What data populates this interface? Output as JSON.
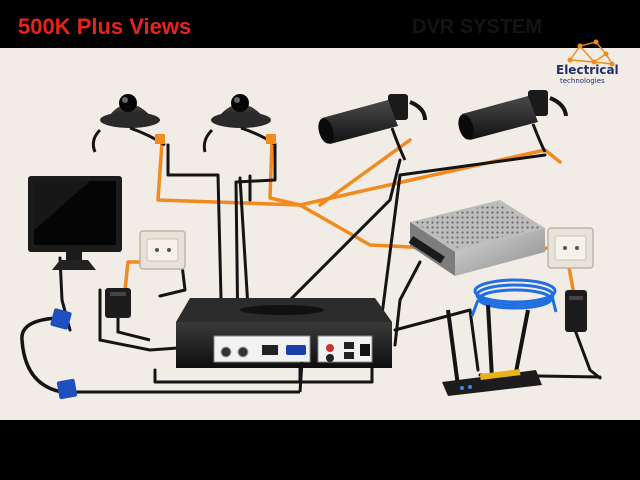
{
  "header": {
    "views_label": "500K Plus Views",
    "diagram_title": "DVR SYSTEM"
  },
  "brand": {
    "name": "Electrical",
    "tagline": "technologies",
    "logo_icon": "network-nodes-icon",
    "logo_color": "#f08a1c"
  },
  "colors": {
    "power_cable": "#f28a1e",
    "video_cable": "#141414",
    "network_cable": "#1f6fe0",
    "background": "#f1ece6",
    "accent_red": "#e8231d"
  },
  "devices": {
    "camera_icon_dome": "dome-camera-icon",
    "camera_icon_bullet": "bullet-camera-icon",
    "monitor_icon": "monitor-icon",
    "dvr_icon": "dvr-recorder-icon",
    "psu_icon": "power-supply-icon",
    "router_icon": "wifi-router-icon",
    "adapter_icon": "power-adapter-icon",
    "socket_icon": "wall-socket-icon",
    "vga_icon": "vga-cable-icon",
    "lan_icon": "ethernet-cable-icon"
  }
}
